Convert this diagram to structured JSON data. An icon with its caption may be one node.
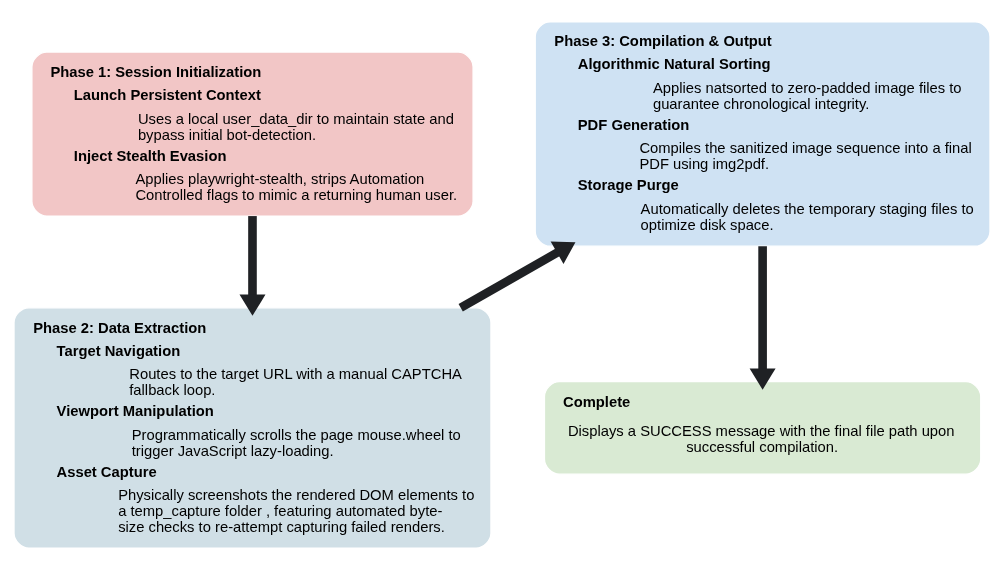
{
  "diagram": {
    "nodes": [
      {
        "text": [
          "Phase 1: Session Initialization",
          "Launch Persistent Context",
          "Uses a local user_data_dir to maintain state and bypass initial bot-detection.",
          "Inject Stealth Evasion",
          "Applies playwright-stealth, strips Automation Controlled flags to mimic a returning human user."
        ]
      },
      {
        "text": [
          "Phase 2: Data Extraction",
          "Target Navigation",
          "Routes to the target URL with a manual CAPTCHA fallback loop.",
          "Viewport Manipulation",
          "Programmatically scrolls the page mouse.wheel to trigger JavaScript lazy-loading.",
          "Asset Capture",
          "Physically screenshots the rendered DOM elements to a temp_capture folder , featuring automated byte-size checks to re-attempt capturing failed renders."
        ]
      },
      {
        "text": [
          "Phase 3: Compilation & Output",
          "Algorithmic Natural Sorting",
          "Applies natsorted to zero-padded image files to guarantee chronological integrity.",
          "PDF Generation",
          "Compiles the sanitized image sequence into a final PDF using img2pdf.",
          "Storage Purge",
          "Automatically deletes the temporary staging files to optimize disk space."
        ]
      },
      {
        "text": [
          "Complete",
          "Displays a SUCCESS message with the final file path upon successful compilation."
        ]
      }
    ],
    "edges": [
      {
        "from": 0,
        "to": 1,
        "arrow": "to"
      },
      {
        "from": 1,
        "to": 2,
        "arrow": "to"
      },
      {
        "from": 2,
        "to": 3,
        "arrow": "to"
      }
    ]
  }
}
